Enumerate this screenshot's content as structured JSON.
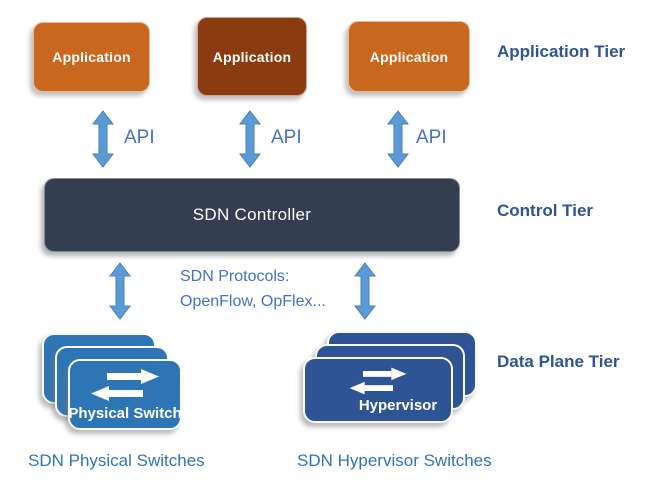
{
  "colors": {
    "app_orange": "#C9671E",
    "app_dark_red": "#8A3B10",
    "controller_bg": "#333F50",
    "arrow_fill": "#5B9BD5",
    "arrow_stroke": "#4A7EBB",
    "tier_label_blue": "#2F5496",
    "link_text_blue": "#4472C4",
    "physical_card_blue": "#2E75B6",
    "hypervisor_card_blue": "#2F5496",
    "caption_blue": "#2E75B6"
  },
  "applications": [
    {
      "label": "Application",
      "color": "#C9671E"
    },
    {
      "label": "Application",
      "color": "#8A3B10"
    },
    {
      "label": "Application",
      "color": "#C9671E"
    }
  ],
  "api_links": [
    {
      "label": "API"
    },
    {
      "label": "API"
    },
    {
      "label": "API"
    }
  ],
  "tier_labels": {
    "application": "Application Tier",
    "control": "Control Tier",
    "data_plane": "Data Plane Tier"
  },
  "controller": {
    "label": "SDN Controller"
  },
  "protocols": {
    "line1": "SDN Protocols:",
    "line2": "OpenFlow, OpFlex..."
  },
  "stacks": {
    "physical": {
      "card_label": "Physical Switch",
      "caption": "SDN Physical Switches"
    },
    "hypervisor": {
      "card_label": "Hypervisor",
      "caption": "SDN Hypervisor Switches"
    }
  }
}
